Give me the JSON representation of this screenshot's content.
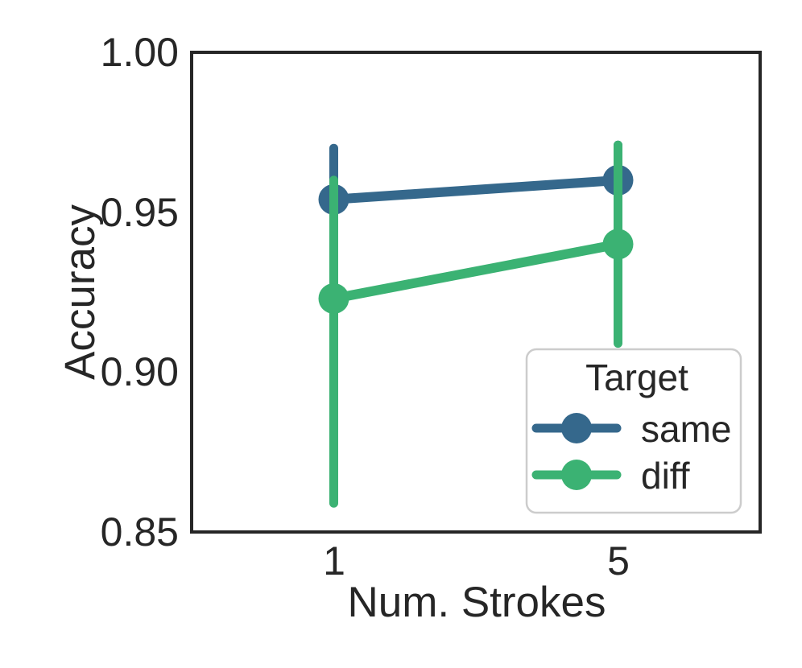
{
  "figure": {
    "background": "#ffffff",
    "text_color": "#262626",
    "spine_color": "#262626",
    "legend_border_color": "#cccccc"
  },
  "chart_data": {
    "type": "line",
    "subtype": "point-plot-with-error-bars",
    "title": "",
    "xlabel": "Num. Strokes",
    "ylabel": "Accuracy",
    "categories": [
      "1",
      "5"
    ],
    "x_tick_labels": [
      "1",
      "5"
    ],
    "y_tick_labels": [
      "1.00",
      "0.95",
      "0.90",
      "0.85"
    ],
    "yticks": [
      1.0,
      0.95,
      0.9,
      0.85
    ],
    "ylim": [
      0.85,
      1.0
    ],
    "grid": false,
    "legend": {
      "title": "Target",
      "position": "lower-right"
    },
    "series": [
      {
        "name": "same",
        "color": "#35688c",
        "values": [
          0.954,
          0.96
        ],
        "ci": [
          [
            0.938,
            0.97
          ],
          [
            0.949,
            0.971
          ]
        ]
      },
      {
        "name": "diff",
        "color": "#3bb273",
        "values": [
          0.923,
          0.94
        ],
        "ci": [
          [
            0.859,
            0.96
          ],
          [
            0.909,
            0.971
          ]
        ]
      }
    ]
  }
}
